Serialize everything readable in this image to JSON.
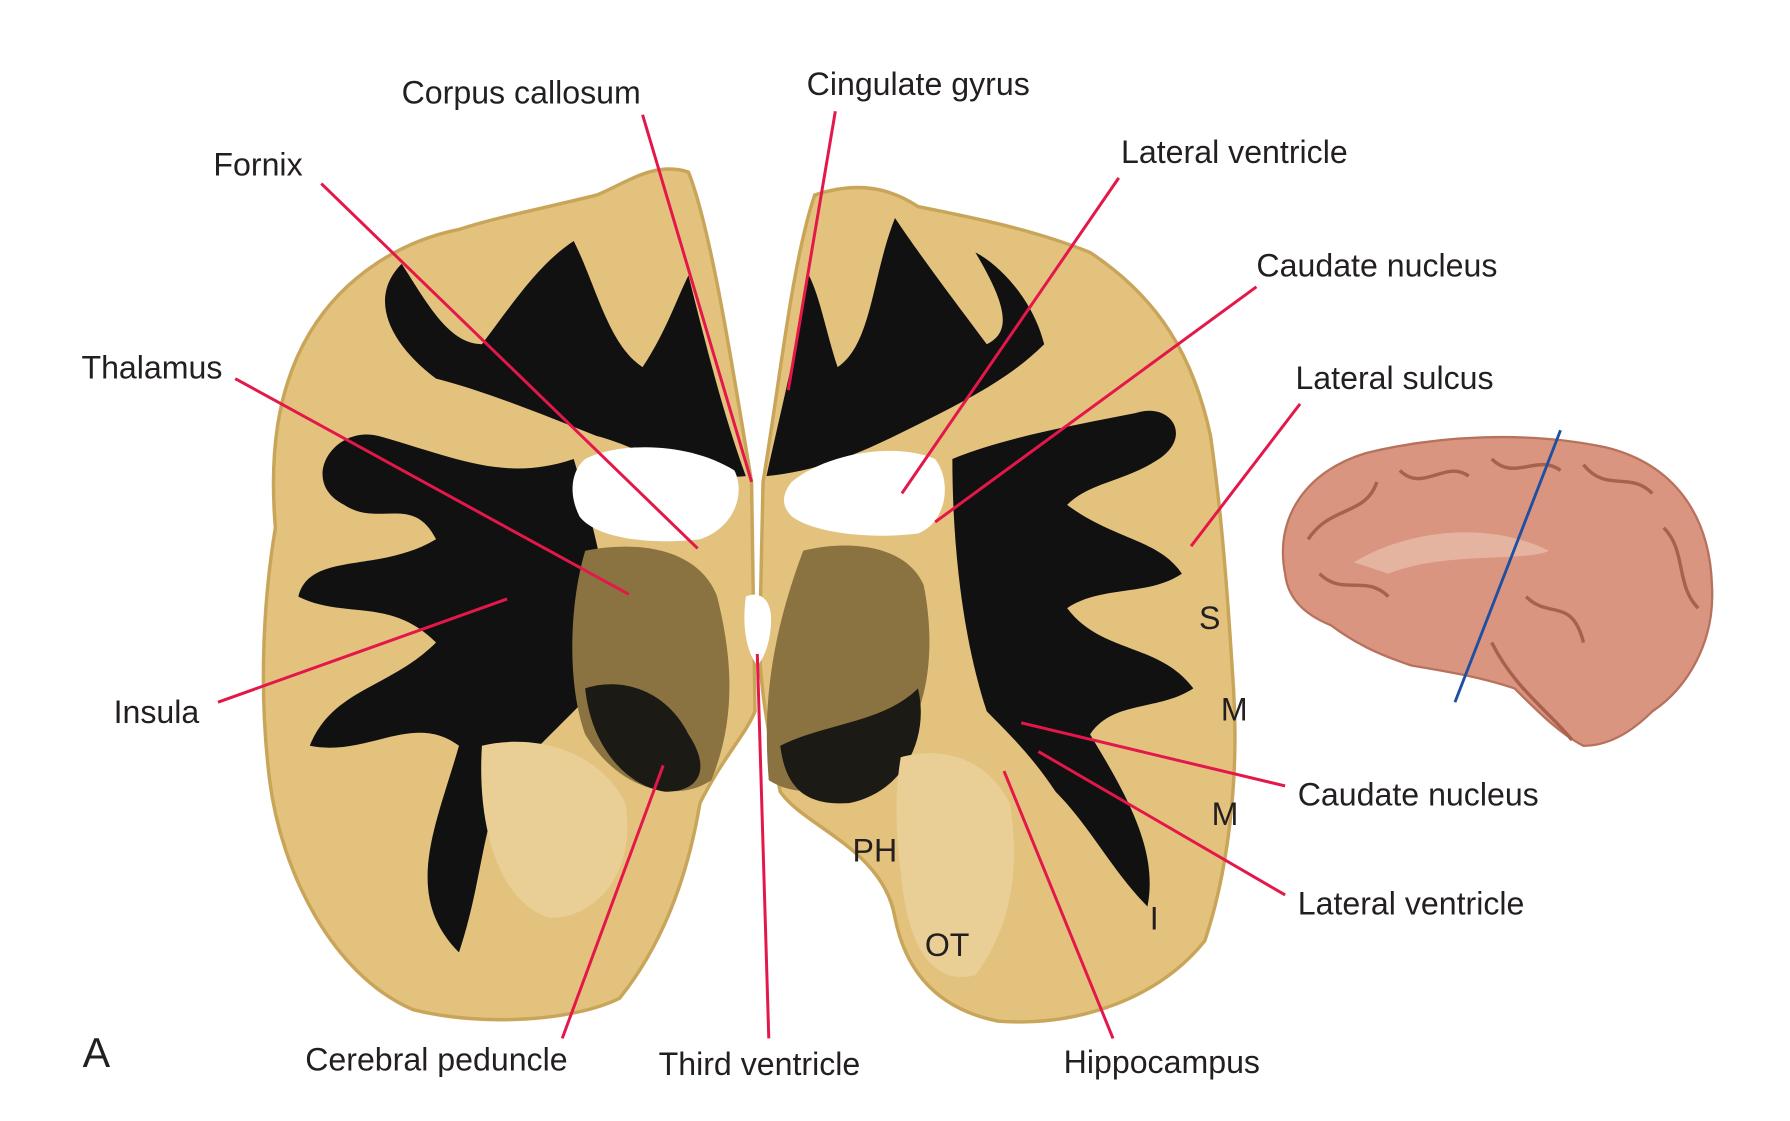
{
  "figure_letter": "A",
  "labels": {
    "corpus_callosum": "Corpus callosum",
    "cingulate_gyrus": "Cingulate gyrus",
    "fornix": "Fornix",
    "lateral_ventricle_top": "Lateral ventricle",
    "caudate_nucleus_top": "Caudate nucleus",
    "lateral_sulcus": "Lateral sulcus",
    "thalamus": "Thalamus",
    "insula": "Insula",
    "caudate_nucleus_bottom": "Caudate nucleus",
    "lateral_ventricle_bottom": "Lateral ventricle",
    "hippocampus": "Hippocampus",
    "third_ventricle": "Third ventricle",
    "cerebral_peduncle": "Cerebral peduncle"
  },
  "gyrus_abbrev": {
    "s": "S",
    "m1": "M",
    "m2": "M",
    "ph": "PH",
    "i": "I",
    "ot": "OT"
  },
  "colors": {
    "leader": "#e4174b",
    "section_plane": "#1f4fa0",
    "grey_matter": "#e2c27d",
    "white_matter": "#111111",
    "brain_model": "#d9957f"
  }
}
